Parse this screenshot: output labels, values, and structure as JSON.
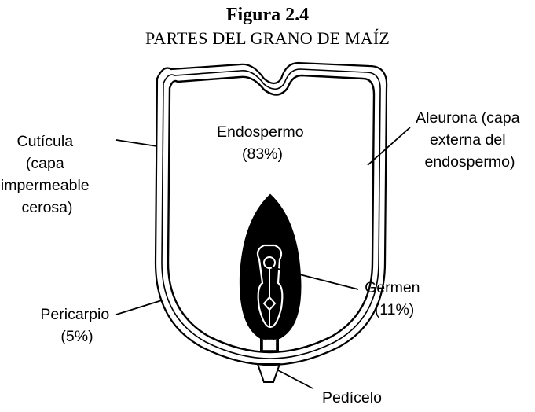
{
  "figure": {
    "number": "Figura 2.4",
    "title": "PARTES DEL GRANO DE MAÍZ"
  },
  "labels": {
    "cuticula": [
      "Cutícula",
      "(capa",
      "impermeable",
      "cerosa)"
    ],
    "endospermo": [
      "Endospermo",
      "(83%)"
    ],
    "aleurona": [
      "Aleurona (capa",
      "externa del",
      "endospermo)"
    ],
    "germen": [
      "Germen",
      "(11%)"
    ],
    "pericarpio": [
      "Pericarpio",
      "(5%)"
    ],
    "pedicelo": [
      "Pedícelo"
    ]
  },
  "colors": {
    "ink": "#000000",
    "background": "#ffffff"
  }
}
